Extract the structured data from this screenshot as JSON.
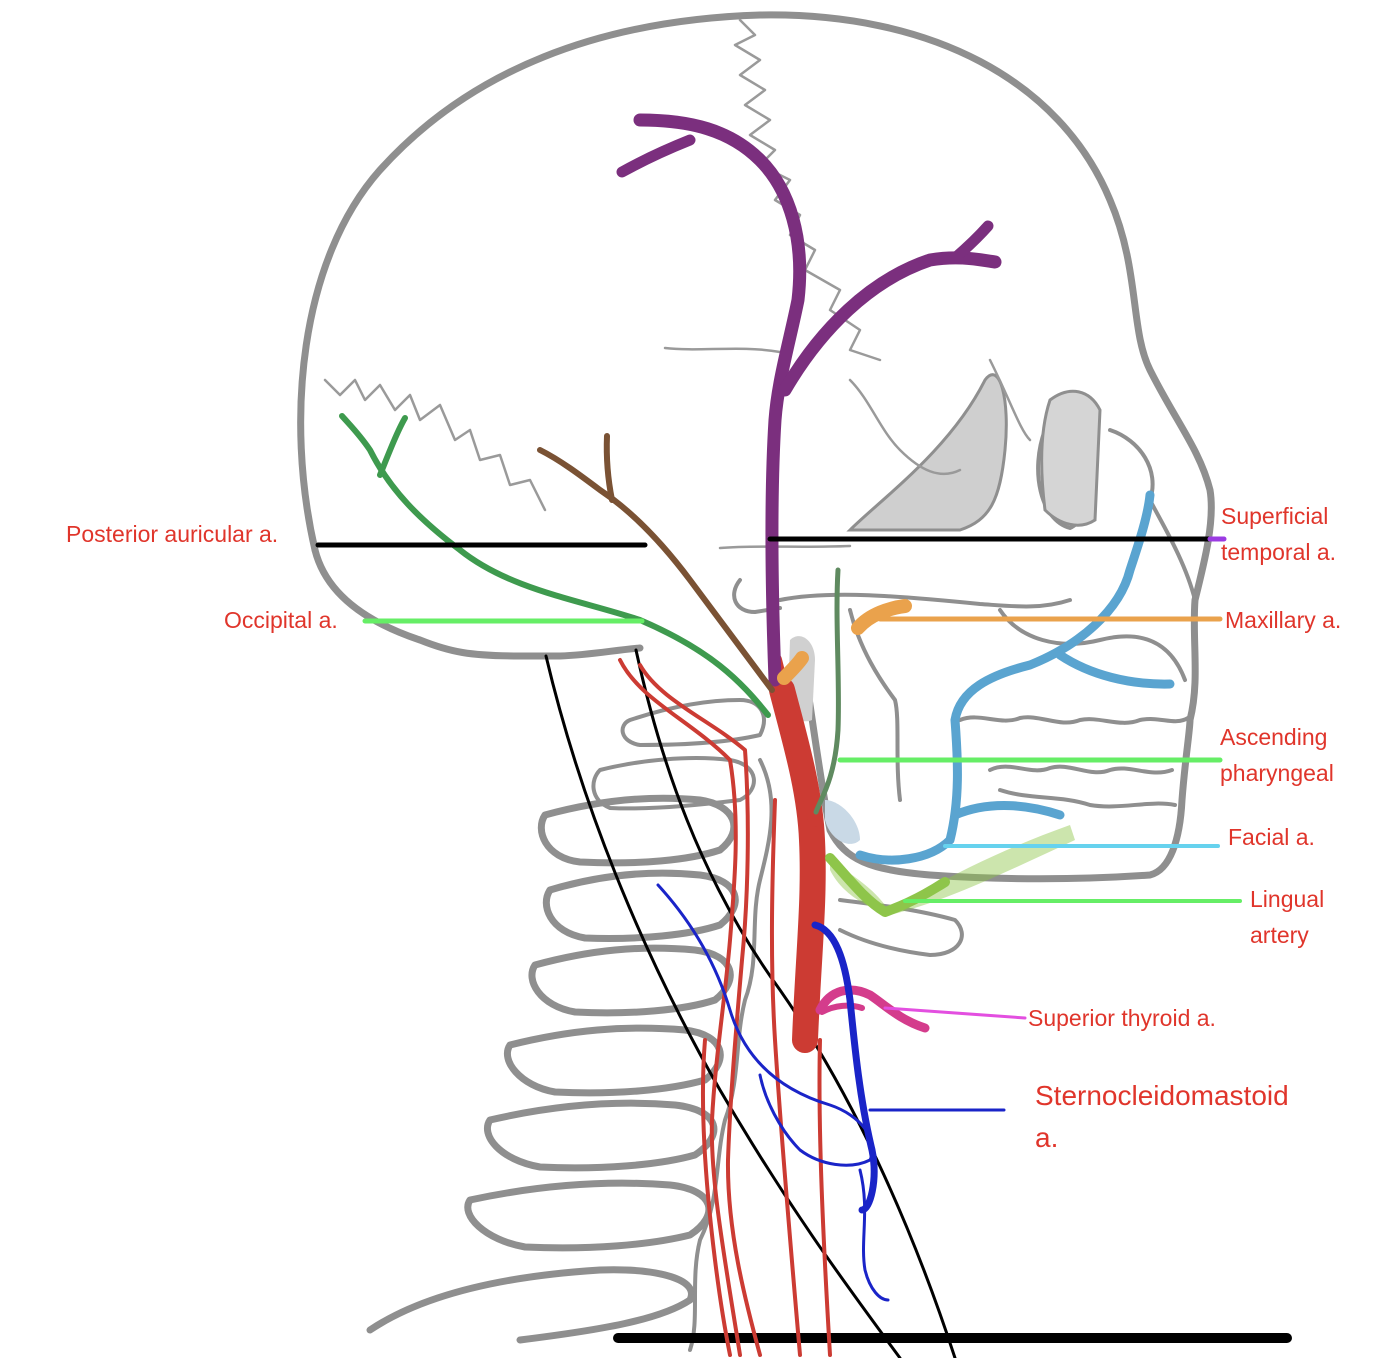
{
  "colors": {
    "label_text": "#e0352b",
    "bone": "#8f8f8f",
    "bone_fill": "#cfcfcf",
    "common_carotid": "#cc3b33",
    "superficial_temporal": "#7b2f7e",
    "posterior_auricular": "#3e9a4e",
    "occipital": "#7a5234",
    "maxillary": "#eaa24c",
    "ascending_pharyngeal": "#5f8a60",
    "facial": "#5aa4d0",
    "lingual": "#8ec54a",
    "superior_thyroid": "#d43c8c",
    "sternocleidomastoid": "#1a24c8",
    "leader_black": "#000000",
    "leader_green": "#66ee66",
    "leader_orange": "#eaa24c",
    "leader_cyan": "#66d2ee",
    "leader_magenta": "#e34fe0",
    "leader_blue": "#1a24c8"
  },
  "labels": {
    "posterior_auricular": "Posterior auricular a.",
    "occipital": "Occipital a.",
    "superficial_temporal": "Superficial\ntemporal a.",
    "maxillary": "Maxillary a.",
    "ascending_pharyngeal": "Ascending\npharyngeal",
    "facial": "Facial a.",
    "lingual": "Lingual\nartery",
    "superior_thyroid": "Superior thyroid a.",
    "sternocleidomastoid": "Sternocleidomastoid\na."
  }
}
